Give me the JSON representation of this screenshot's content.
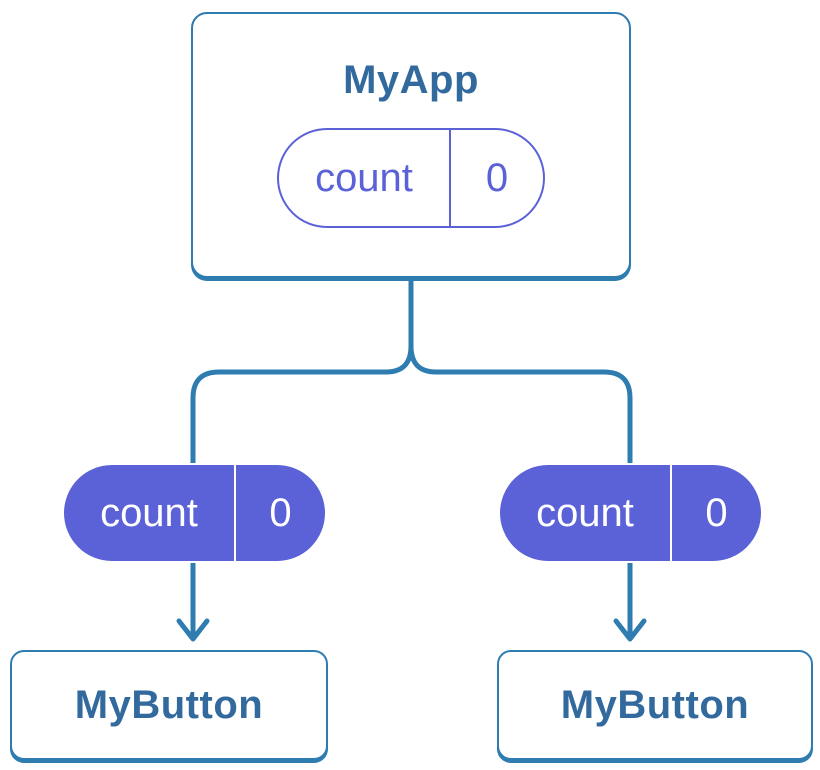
{
  "colors": {
    "connector": "#2e7cb0",
    "title_text": "#336a9e",
    "purple": "#5b61d6",
    "background": "#ffffff",
    "pill_text_light": "#ffffff"
  },
  "parent": {
    "title": "MyApp",
    "state": {
      "label": "count",
      "value": "0"
    }
  },
  "children": [
    {
      "title": "MyButton",
      "prop": {
        "label": "count",
        "value": "0"
      }
    },
    {
      "title": "MyButton",
      "prop": {
        "label": "count",
        "value": "0"
      }
    }
  ]
}
